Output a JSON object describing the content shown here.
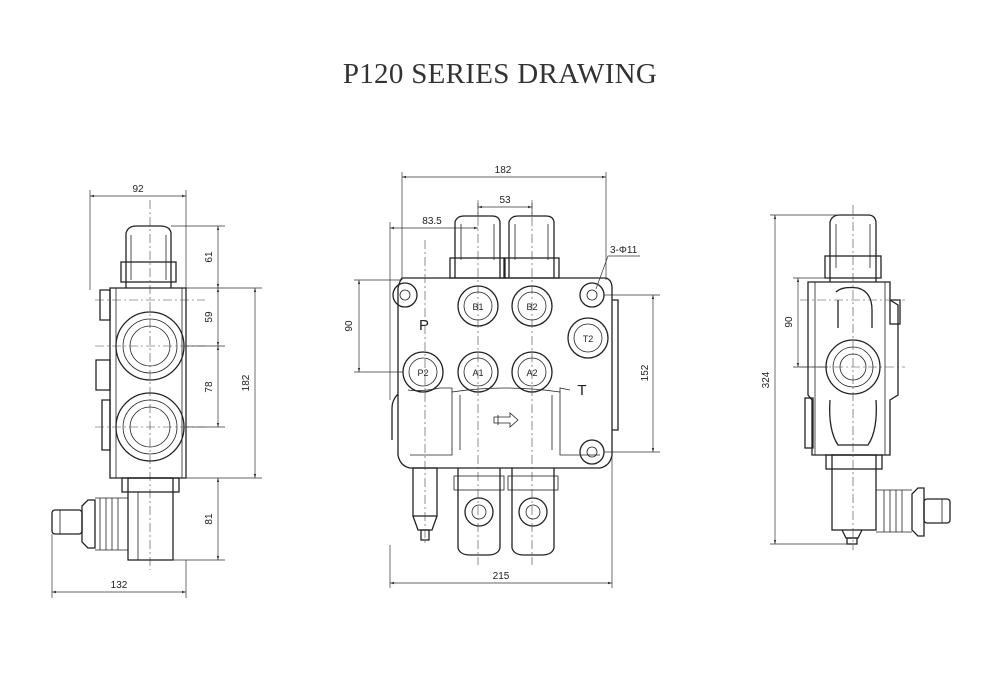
{
  "title": "P120 SERIES DRAWING",
  "left_view": {
    "dims": {
      "width_top": "92",
      "d61": "61",
      "d59": "59",
      "d78": "78",
      "d182": "182",
      "d81": "81",
      "d132": "132"
    }
  },
  "front_view": {
    "dims": {
      "width": "182",
      "spacing": "53",
      "offset": "83.5",
      "holes": "3-Φ11",
      "d90": "90",
      "d152": "152",
      "overall": "215"
    },
    "ports": {
      "b1": "B1",
      "b2": "B2",
      "t2": "T2",
      "p2": "P2",
      "a1": "A1",
      "a2": "A2"
    },
    "labels": {
      "p": "P",
      "t": "T"
    }
  },
  "right_view": {
    "dims": {
      "d90": "90",
      "d324": "324"
    }
  }
}
